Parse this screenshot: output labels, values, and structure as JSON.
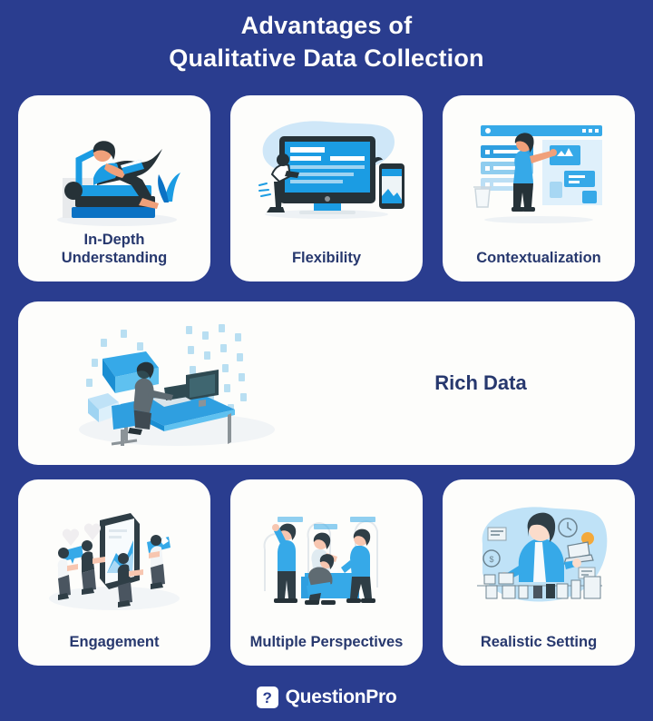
{
  "header": {
    "title_line1": "Advantages of",
    "title_line2": "Qualitative Data Collection"
  },
  "colors": {
    "background_navy": "#2a3d8f",
    "card_white": "#fdfdfb",
    "label_navy": "#27386e",
    "accent_blue": "#1b9ce3",
    "accent_dark_blue": "#0b72c4",
    "accent_light_blue": "#bfe2f7",
    "illustration_dark": "#263238"
  },
  "cards": {
    "row1": [
      {
        "label": "In-Depth\nUnderstanding",
        "label_line1": "In-Depth",
        "label_line2": "Understanding",
        "illustration": "person-reading-on-books-illustration"
      },
      {
        "label": "Flexibility",
        "illustration": "desktop-monitor-and-phone-illustration"
      },
      {
        "label": "Contextualization",
        "illustration": "woman-with-wireframe-panels-illustration"
      }
    ],
    "row2": [
      {
        "label": "Rich Data",
        "illustration": "isometric-desk-data-illustration"
      }
    ],
    "row3": [
      {
        "label": "Engagement",
        "illustration": "isometric-tablet-people-illustration"
      },
      {
        "label": "Multiple Perspectives",
        "illustration": "group-of-people-sofa-illustration"
      },
      {
        "label": "Realistic Setting",
        "illustration": "woman-office-icons-illustration"
      }
    ]
  },
  "footer": {
    "logo_mark": "?",
    "logo_text": "QuestionPro"
  }
}
